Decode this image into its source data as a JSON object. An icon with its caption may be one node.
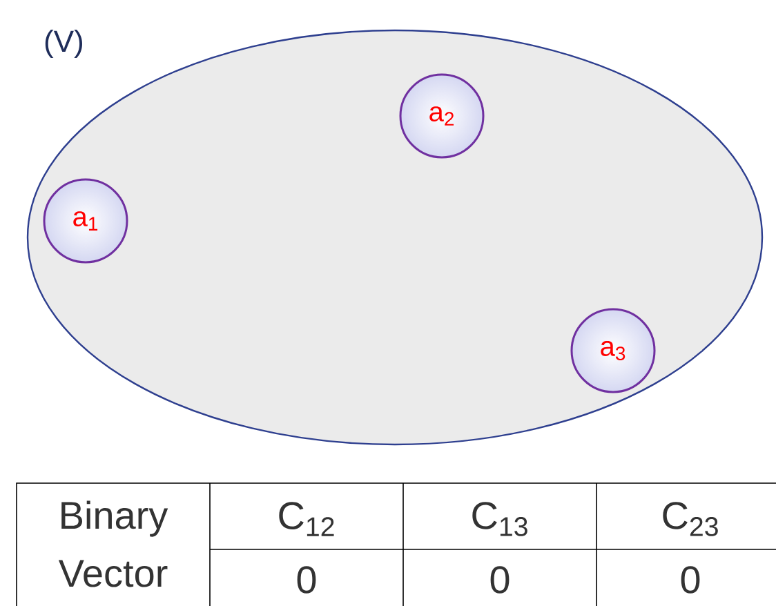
{
  "diagram": {
    "nodes": [
      {
        "text": [
          "(V)"
        ]
      },
      {
        "text": [
          "a$_{1}$"
        ],
        "in": 0
      },
      {
        "text": [
          "a$_{2}$"
        ],
        "in": 0
      },
      {
        "text": [
          "a$_{3}$"
        ],
        "in": 0
      }
    ],
    "labels": [
      "Binary Vector",
      "C$_{12}$",
      "C$_{13}$",
      "C$_{23}$",
      "0",
      "0",
      "0"
    ]
  }
}
